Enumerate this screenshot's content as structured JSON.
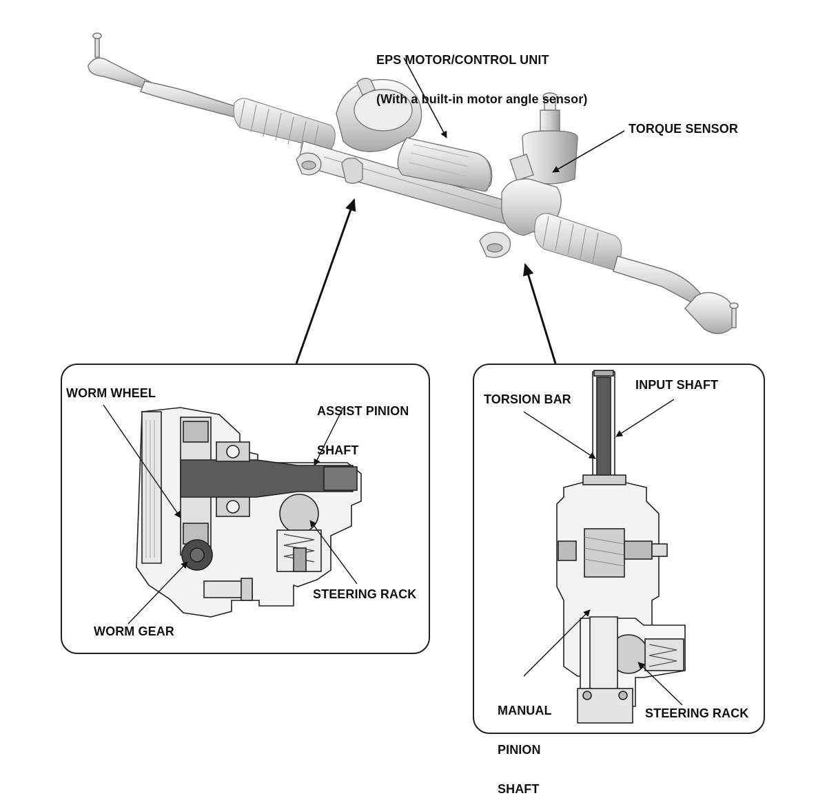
{
  "labels": {
    "eps_motor_line1": "EPS MOTOR/CONTROL UNIT",
    "eps_motor_line2": "(With a built-in motor angle sensor)",
    "torque_sensor": "TORQUE SENSOR",
    "worm_wheel": "WORM WHEEL",
    "assist_pinion_line1": "ASSIST PINION",
    "assist_pinion_line2": "SHAFT",
    "steering_rack_left": "STEERING RACK",
    "worm_gear": "WORM GEAR",
    "torsion_bar": "TORSION BAR",
    "input_shaft": "INPUT SHAFT",
    "manual_pinion_line1": "MANUAL",
    "manual_pinion_line2": "PINION",
    "manual_pinion_line3": "SHAFT",
    "steering_rack_right": "STEERING RACK"
  },
  "colors": {
    "line": "#111111",
    "part_light": "#e6e6e6",
    "part_mid": "#c8c8c8",
    "part_dark": "#5a5a5a"
  }
}
